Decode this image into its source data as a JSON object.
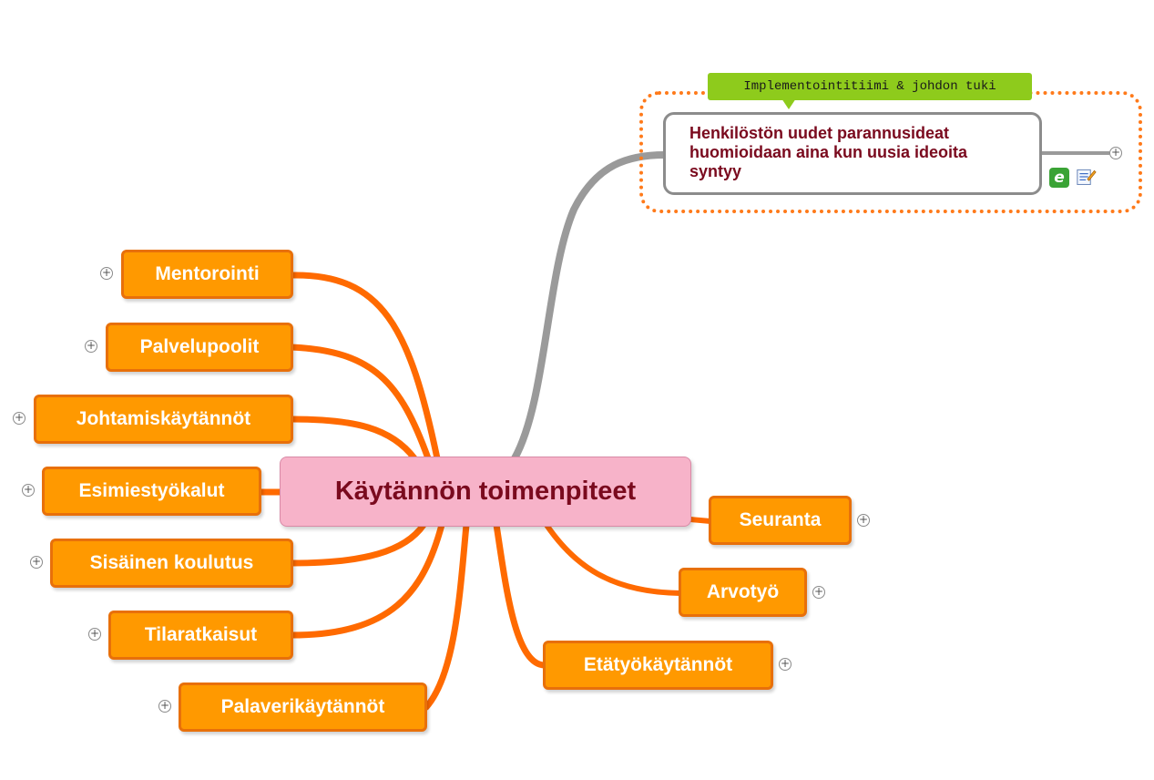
{
  "central": {
    "label": "Käytännön toimenpiteet"
  },
  "left_branches": [
    {
      "label": "Mentorointi"
    },
    {
      "label": "Palvelupoolit"
    },
    {
      "label": "Johtamiskäytännöt"
    },
    {
      "label": "Esimiestyökalut"
    },
    {
      "label": "Sisäinen koulutus"
    },
    {
      "label": "Tilaratkaisut"
    },
    {
      "label": "Palaverikäytännöt"
    }
  ],
  "right_branches": [
    {
      "label": "Seuranta"
    },
    {
      "label": "Arvotyö"
    },
    {
      "label": "Etätyökäytännöt"
    }
  ],
  "idea": {
    "callout": "Implementointitiimi & johdon tuki",
    "text": "Henkilöstön uudet parannusideat\nhuomioidaan aina kun uusia ideoita\nsyntyy",
    "edge_icon_glyph": "e"
  },
  "expander_glyph": "+",
  "colors": {
    "branch": "#ff6a00",
    "node_fill": "#ff9900",
    "central_fill": "#f7b3c9",
    "central_text": "#7a0a1e",
    "connector_gray": "#9a9a9a",
    "boundary": "#ff7a1a",
    "callout": "#8ecb1c"
  }
}
